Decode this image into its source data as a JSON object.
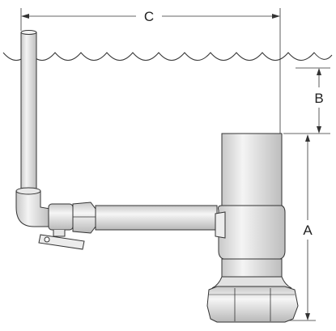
{
  "dimensions": {
    "c": "C",
    "b": "B",
    "a": "A"
  },
  "colors": {
    "stroke": "#333333",
    "shade": "#cfcfcf",
    "light": "#f2f2f2"
  }
}
